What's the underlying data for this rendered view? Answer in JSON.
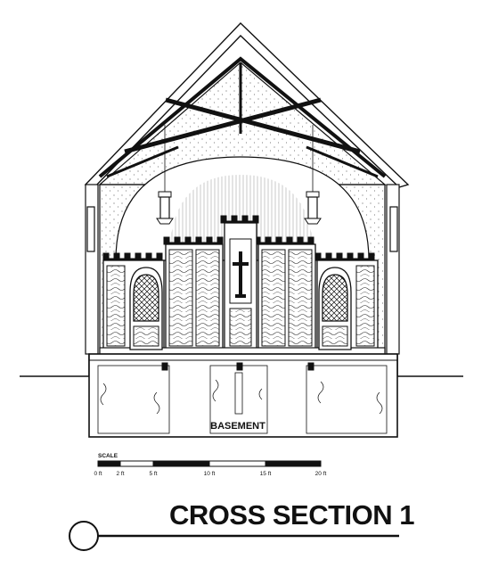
{
  "drawing": {
    "title": "CROSS SECTION 1",
    "room_label": "BASEMENT"
  },
  "scale_bar": {
    "label": "SCALE",
    "ticks": [
      "0 ft",
      "2 ft",
      "5 ft",
      "10 ft",
      "15 ft",
      "20 ft"
    ]
  },
  "colors": {
    "ink": "#111111",
    "paper": "#ffffff"
  }
}
